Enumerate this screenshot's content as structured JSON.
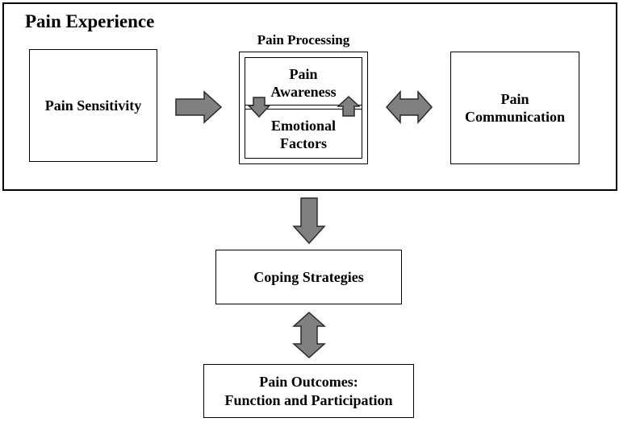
{
  "diagram": {
    "outer_group_title": "Pain Experience",
    "processing_group_title": "Pain Processing",
    "nodes": {
      "pain_sensitivity": "Pain Sensitivity",
      "pain_awareness": "Pain\nAwareness",
      "emotional_factors": "Emotional\nFactors",
      "pain_communication": "Pain\nCommunication",
      "coping_strategies": "Coping Strategies",
      "pain_outcomes": "Pain Outcomes:\nFunction and Participation"
    }
  },
  "colors": {
    "arrow_fill": "#808080",
    "arrow_stroke": "#2a2a2a",
    "border": "#000000"
  }
}
